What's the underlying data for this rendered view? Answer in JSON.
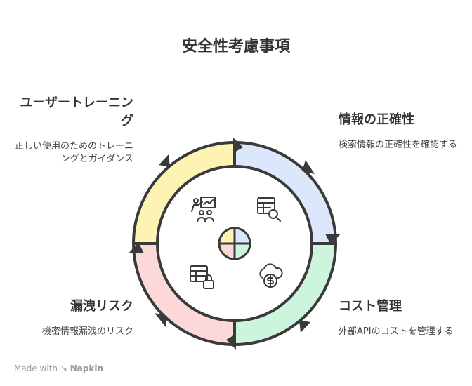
{
  "title": "安全性考慮事項",
  "segments": [
    {
      "id": "training",
      "head": "ユーザートレーニング",
      "desc": "正しい使用のためのトレーニングとガイダンス",
      "color": "#fdf3b3",
      "icon": "training-icon"
    },
    {
      "id": "accuracy",
      "head": "情報の正確性",
      "desc": "検索情報の正確性を確認する",
      "color": "#dbe7fb",
      "icon": "search-table-icon"
    },
    {
      "id": "cost",
      "head": "コスト管理",
      "desc": "外部APIのコストを管理する",
      "color": "#cdf5de",
      "icon": "cloud-dollar-icon"
    },
    {
      "id": "leak",
      "head": "漏洩リスク",
      "desc": "機密情報漏洩のリスク",
      "color": "#fdd8d8",
      "icon": "locked-table-icon"
    }
  ],
  "footer": {
    "prefix": "Made with",
    "brand": "Napkin"
  }
}
